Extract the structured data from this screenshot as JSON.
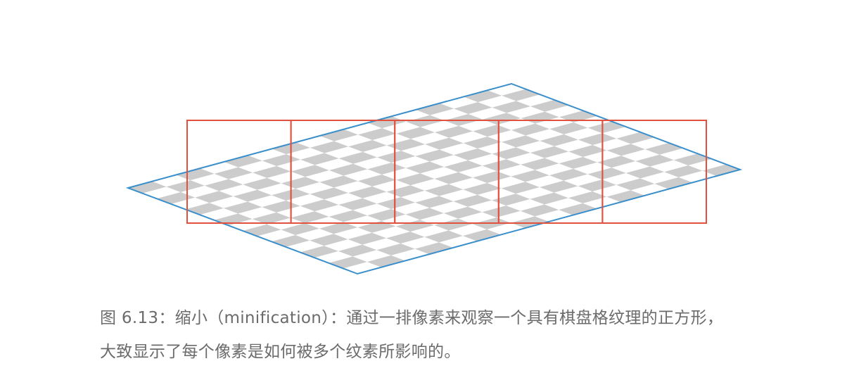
{
  "figure": {
    "colors": {
      "outline": "#3a8fcb",
      "checker_dark": "#cccccc",
      "checker_light": "#ffffff",
      "pixel_box": "#e2513e"
    },
    "checkerboard": {
      "divisions_u": 16,
      "divisions_v": 16
    },
    "pixel_row": {
      "count": 5
    }
  },
  "caption": {
    "line1": "图 6.13：缩小（minification）：通过一排像素来观察一个具有棋盘格纹理的正方形，",
    "line2": "大致显示了每个像素是如何被多个纹素所影响的。"
  }
}
